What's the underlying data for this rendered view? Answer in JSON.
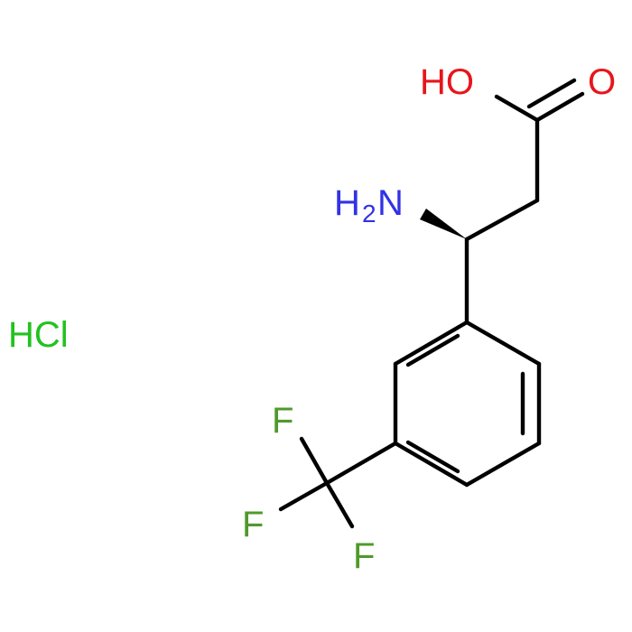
{
  "structure": {
    "labels": {
      "hydroxyl": "HO",
      "carbonyl_oxygen": "O",
      "amine_h": "H",
      "amine_sub": "2",
      "amine_n": "N",
      "fluorine_top": "F",
      "fluorine_left": "F",
      "fluorine_bottom": "F",
      "salt": "HCl"
    },
    "colors": {
      "bond": "#000000",
      "oxygen": "#e8151c",
      "nitrogen": "#3232e6",
      "fluorine": "#4f9a2b",
      "chlorine": "#22c21e"
    }
  }
}
